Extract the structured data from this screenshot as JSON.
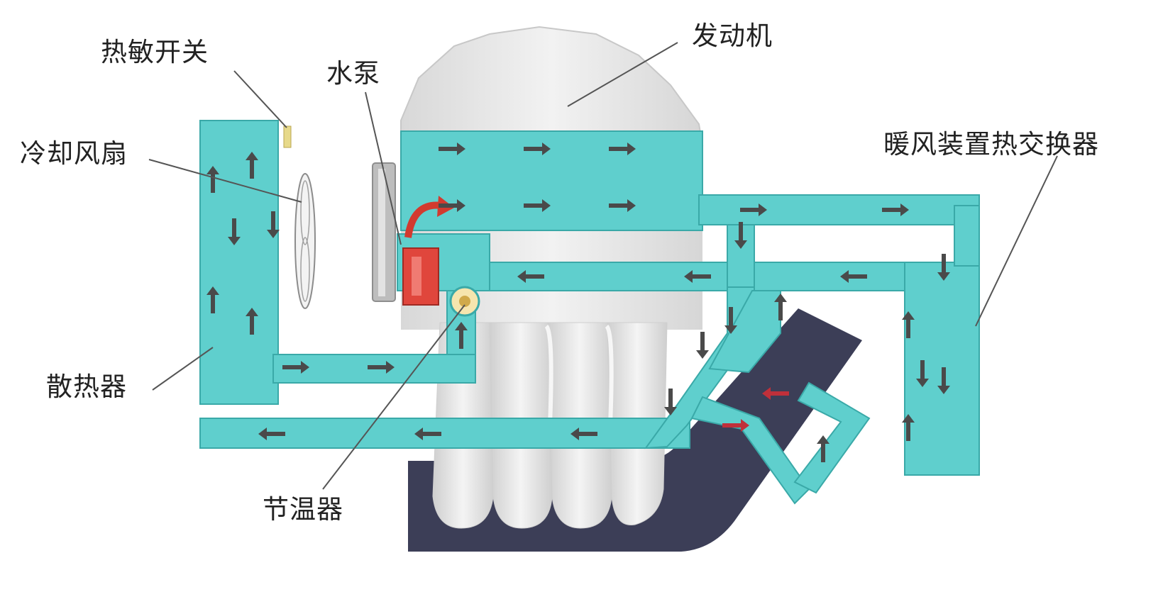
{
  "labels": {
    "thermal_switch": "热敏开关",
    "water_pump": "水泵",
    "engine": "发动机",
    "cooling_fan": "冷却风扇",
    "heater_core": "暖风装置热交换器",
    "radiator": "散热器",
    "thermostat": "节温器"
  },
  "colors": {
    "coolant": "#5fcfcd",
    "coolant_edge": "#3aa9a8",
    "arrow": "#4a4a4a",
    "arrow_hot": "#c0303a",
    "engine_body": "#e6e6e6",
    "exhaust_pipe": "#3c3e57",
    "pump_red": "#e0463c",
    "leader_line": "#555555"
  }
}
